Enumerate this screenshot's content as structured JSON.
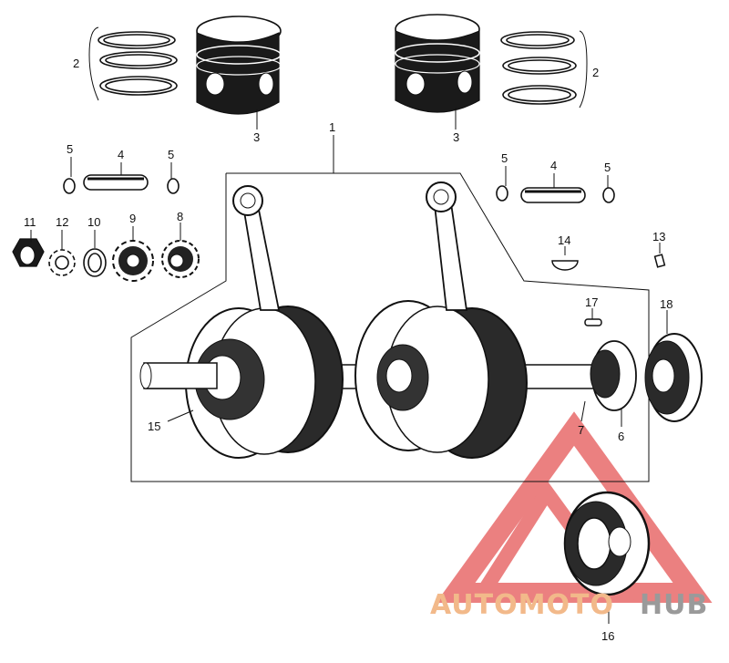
{
  "callouts": {
    "c1": "1",
    "c2_left": "2",
    "c2_right": "2",
    "c3_left": "3",
    "c3_right": "3",
    "c4_left": "4",
    "c4_right": "4",
    "c5_a": "5",
    "c5_b": "5",
    "c5_c": "5",
    "c5_d": "5",
    "c6": "6",
    "c7": "7",
    "c8": "8",
    "c9": "9",
    "c10": "10",
    "c11": "11",
    "c12": "12",
    "c13": "13",
    "c14": "14",
    "c15": "15",
    "c16": "16",
    "c17": "17",
    "c18": "18"
  },
  "watermark": {
    "brand_left": "AUTOMOTO",
    "brand_right": "HUB",
    "color_left": "#f2b98a",
    "color_right": "#9a9a9a",
    "triangle_color": "#e86a6a"
  },
  "parts_icons": [
    "piston-ring-set",
    "piston",
    "piston-pin",
    "circlip",
    "nut",
    "lock-washer",
    "washer",
    "cam-sprocket",
    "gear",
    "key",
    "pin",
    "crankshaft",
    "bearing"
  ]
}
